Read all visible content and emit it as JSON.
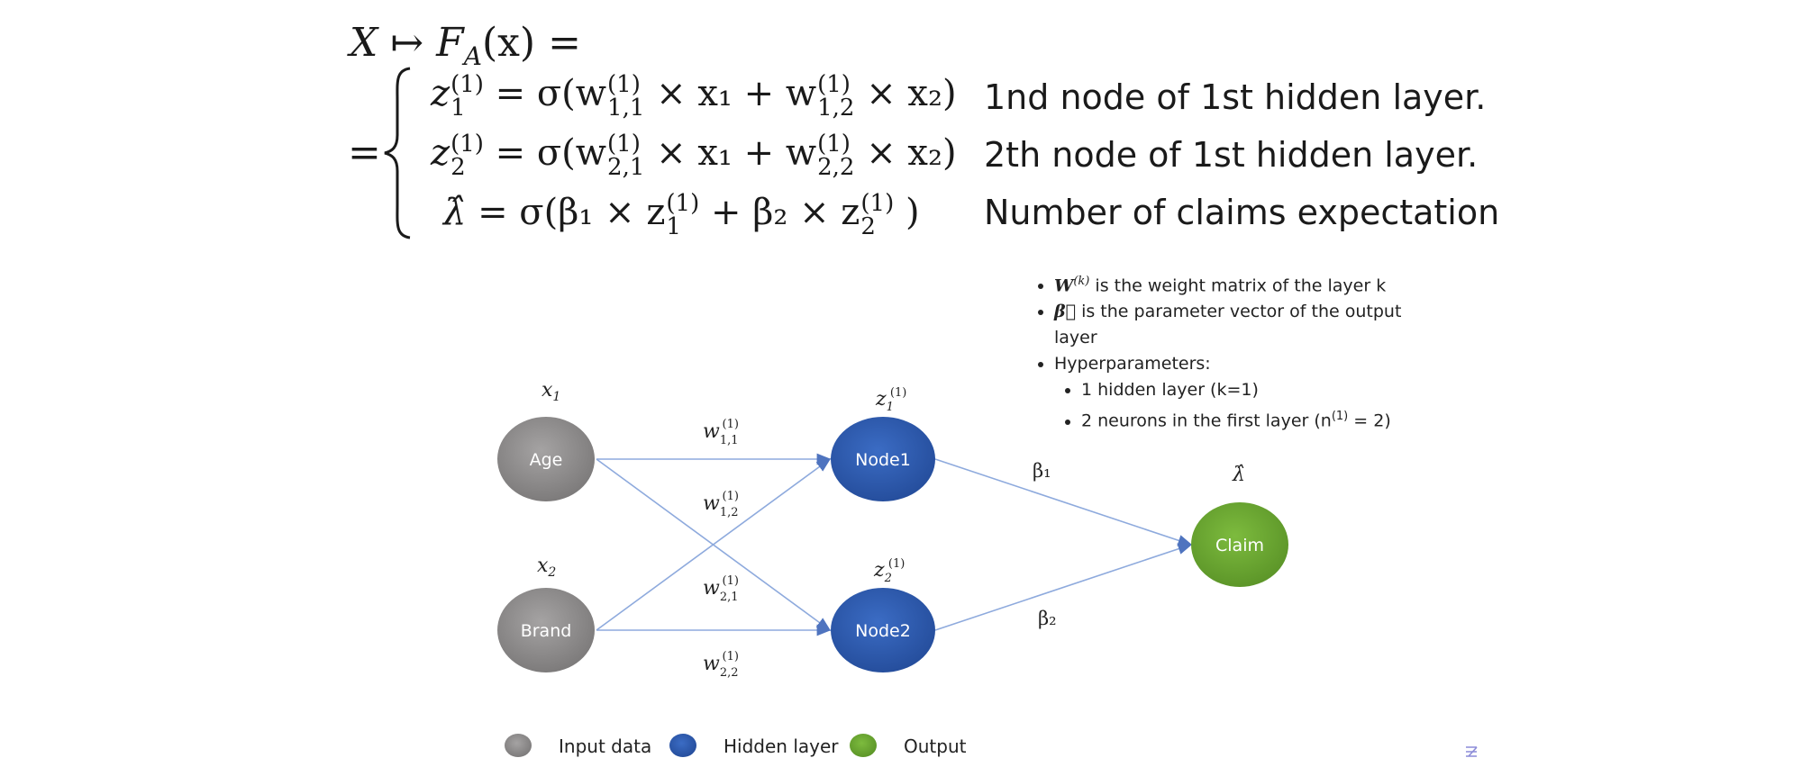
{
  "formula": {
    "head": "X ↦ F",
    "head_sub": "A",
    "head_tail": "(x) =",
    "prefix": "=",
    "rows": [
      {
        "lhs": "z",
        "lhs_sub": "1",
        "lhs_sup": "(1)",
        "rhs_open": "= σ(w",
        "w1_sub": "1,1",
        "w1_sup": "(1)",
        "mid": "× x₁ + w",
        "w2_sub": "1,2",
        "w2_sup": "(1)",
        "tail": "× x₂)",
        "description": "1nd node of 1st hidden layer."
      },
      {
        "lhs": "z",
        "lhs_sub": "2",
        "lhs_sup": "(1)",
        "rhs_open": "= σ(w",
        "w1_sub": "2,1",
        "w1_sup": "(1)",
        "mid": "× x₁ + w",
        "w2_sub": "2,2",
        "w2_sup": "(1)",
        "tail": "× x₂)",
        "description": "2th node of 1st hidden layer."
      },
      {
        "lhs": "λ̂",
        "rhs_open": "= σ(β₁ × z",
        "z1_sub": "1",
        "z1_sup": "(1)",
        "mid": "+ β₂ × z",
        "z2_sub": "2",
        "z2_sup": "(1)",
        "tail": ")",
        "description": "Number of claims expectation"
      }
    ]
  },
  "notes": {
    "item1_sym": "W",
    "item1_sup": "(k)",
    "item1_text": " is the weight matrix of the layer k",
    "item2_sym": "β⃗",
    "item2_text": " is the parameter vector of the output layer",
    "item3_text": "Hyperparameters:",
    "sub1_text": "1 hidden layer (k=1)",
    "sub2_text_a": "2 neurons in the first layer (n",
    "sub2_sup": "(1)",
    "sub2_text_b": " = 2)"
  },
  "diagram": {
    "nodes": {
      "age": "Age",
      "brand": "Brand",
      "node1": "Node1",
      "node2": "Node2",
      "claim": "Claim"
    },
    "node_labels": {
      "x1": "x",
      "x1_sub": "1",
      "x2": "x",
      "x2_sub": "2",
      "z1": "z",
      "z1_sub": "1",
      "z1_sup": "(1)",
      "z2": "z",
      "z2_sub": "2",
      "z2_sup": "(1)",
      "lambda": "λ̂"
    },
    "edge_labels": {
      "w11": "w",
      "w11_sub": "1,1",
      "w11_sup": "(1)",
      "w12": "w",
      "w12_sub": "1,2",
      "w12_sup": "(1)",
      "w21": "w",
      "w21_sub": "2,1",
      "w21_sup": "(1)",
      "w22": "w",
      "w22_sub": "2,2",
      "w22_sup": "(1)",
      "beta1": "β₁",
      "beta2": "β₂"
    },
    "colors": {
      "input": "#8c8a8a",
      "hidden": "#2f5cb0",
      "output": "#6aa631",
      "edge": "#7f9fd6"
    }
  },
  "legend": {
    "input": "Input data",
    "hidden": "Hidden layer",
    "output": "Output"
  }
}
